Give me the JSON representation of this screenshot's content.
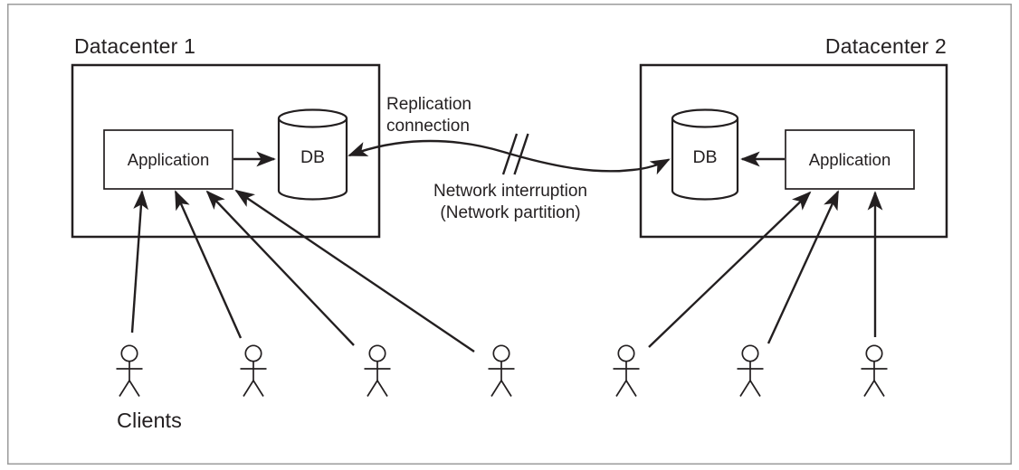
{
  "colors": {
    "ink": "#231f20",
    "frame_border": "#9b9b9b",
    "background": "#ffffff"
  },
  "datacenter1": {
    "title": "Datacenter 1",
    "application": "Application",
    "db": "DB"
  },
  "datacenter2": {
    "title": "Datacenter 2",
    "application": "Application",
    "db": "DB"
  },
  "connection": {
    "label_line1": "Replication",
    "label_line2": "connection",
    "interruption_line1": "Network interruption",
    "interruption_line2": "(Network partition)"
  },
  "clients": {
    "label": "Clients",
    "left_count": 4,
    "right_count": 3
  }
}
